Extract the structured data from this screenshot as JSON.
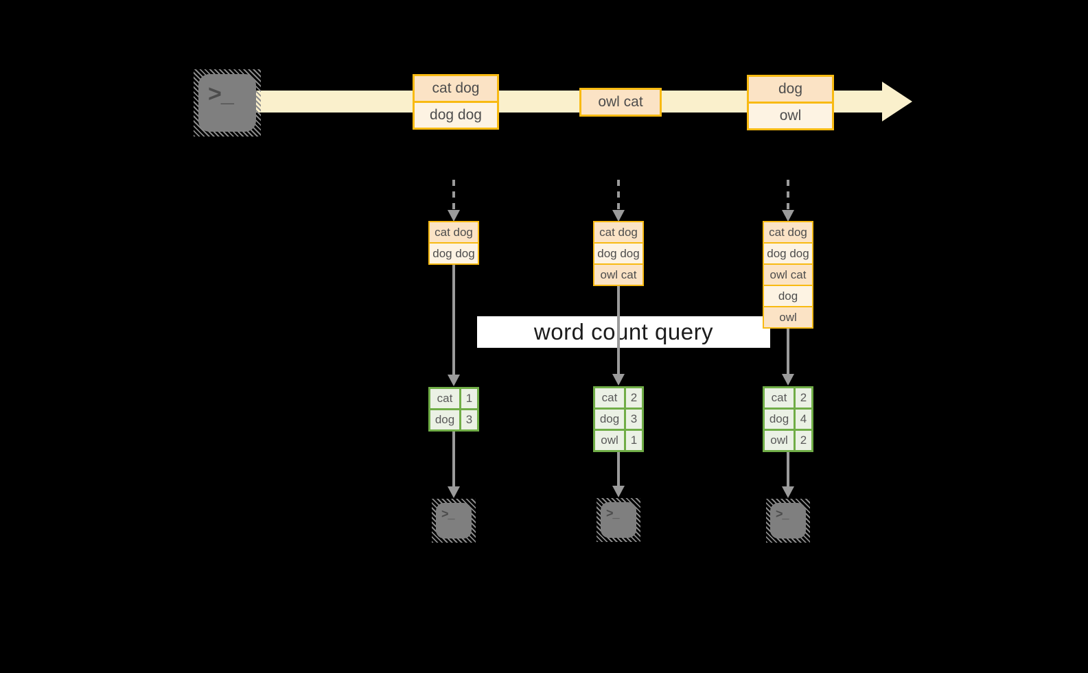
{
  "icons": {
    "terminal_glyph": ">_"
  },
  "stream": {
    "events": [
      {
        "rows": [
          "cat dog",
          "dog dog"
        ]
      },
      {
        "rows": [
          "owl cat"
        ]
      },
      {
        "rows": [
          "dog",
          "owl"
        ]
      }
    ]
  },
  "query": {
    "label": "word count query"
  },
  "columns": [
    {
      "buffer": [
        "cat dog",
        "dog dog"
      ],
      "counts": [
        {
          "word": "cat",
          "count": "1"
        },
        {
          "word": "dog",
          "count": "3"
        }
      ]
    },
    {
      "buffer": [
        "cat dog",
        "dog dog",
        "owl cat"
      ],
      "counts": [
        {
          "word": "cat",
          "count": "2"
        },
        {
          "word": "dog",
          "count": "3"
        },
        {
          "word": "owl",
          "count": "1"
        }
      ]
    },
    {
      "buffer": [
        "cat dog",
        "dog dog",
        "owl cat",
        "dog",
        "owl"
      ],
      "counts": [
        {
          "word": "cat",
          "count": "2"
        },
        {
          "word": "dog",
          "count": "4"
        },
        {
          "word": "owl",
          "count": "2"
        }
      ]
    }
  ],
  "colors": {
    "background": "#000000",
    "stream_band": "#FAF0CC",
    "record_border": "#F8BA12",
    "record_fill_dark": "#FBE3C5",
    "record_fill_light": "#FDF3E3",
    "table_green": "#70AD47",
    "table_cell": "#EBF1E5",
    "arrow_gray": "#9B9B9B",
    "terminal_gray": "#7F7F7F"
  }
}
